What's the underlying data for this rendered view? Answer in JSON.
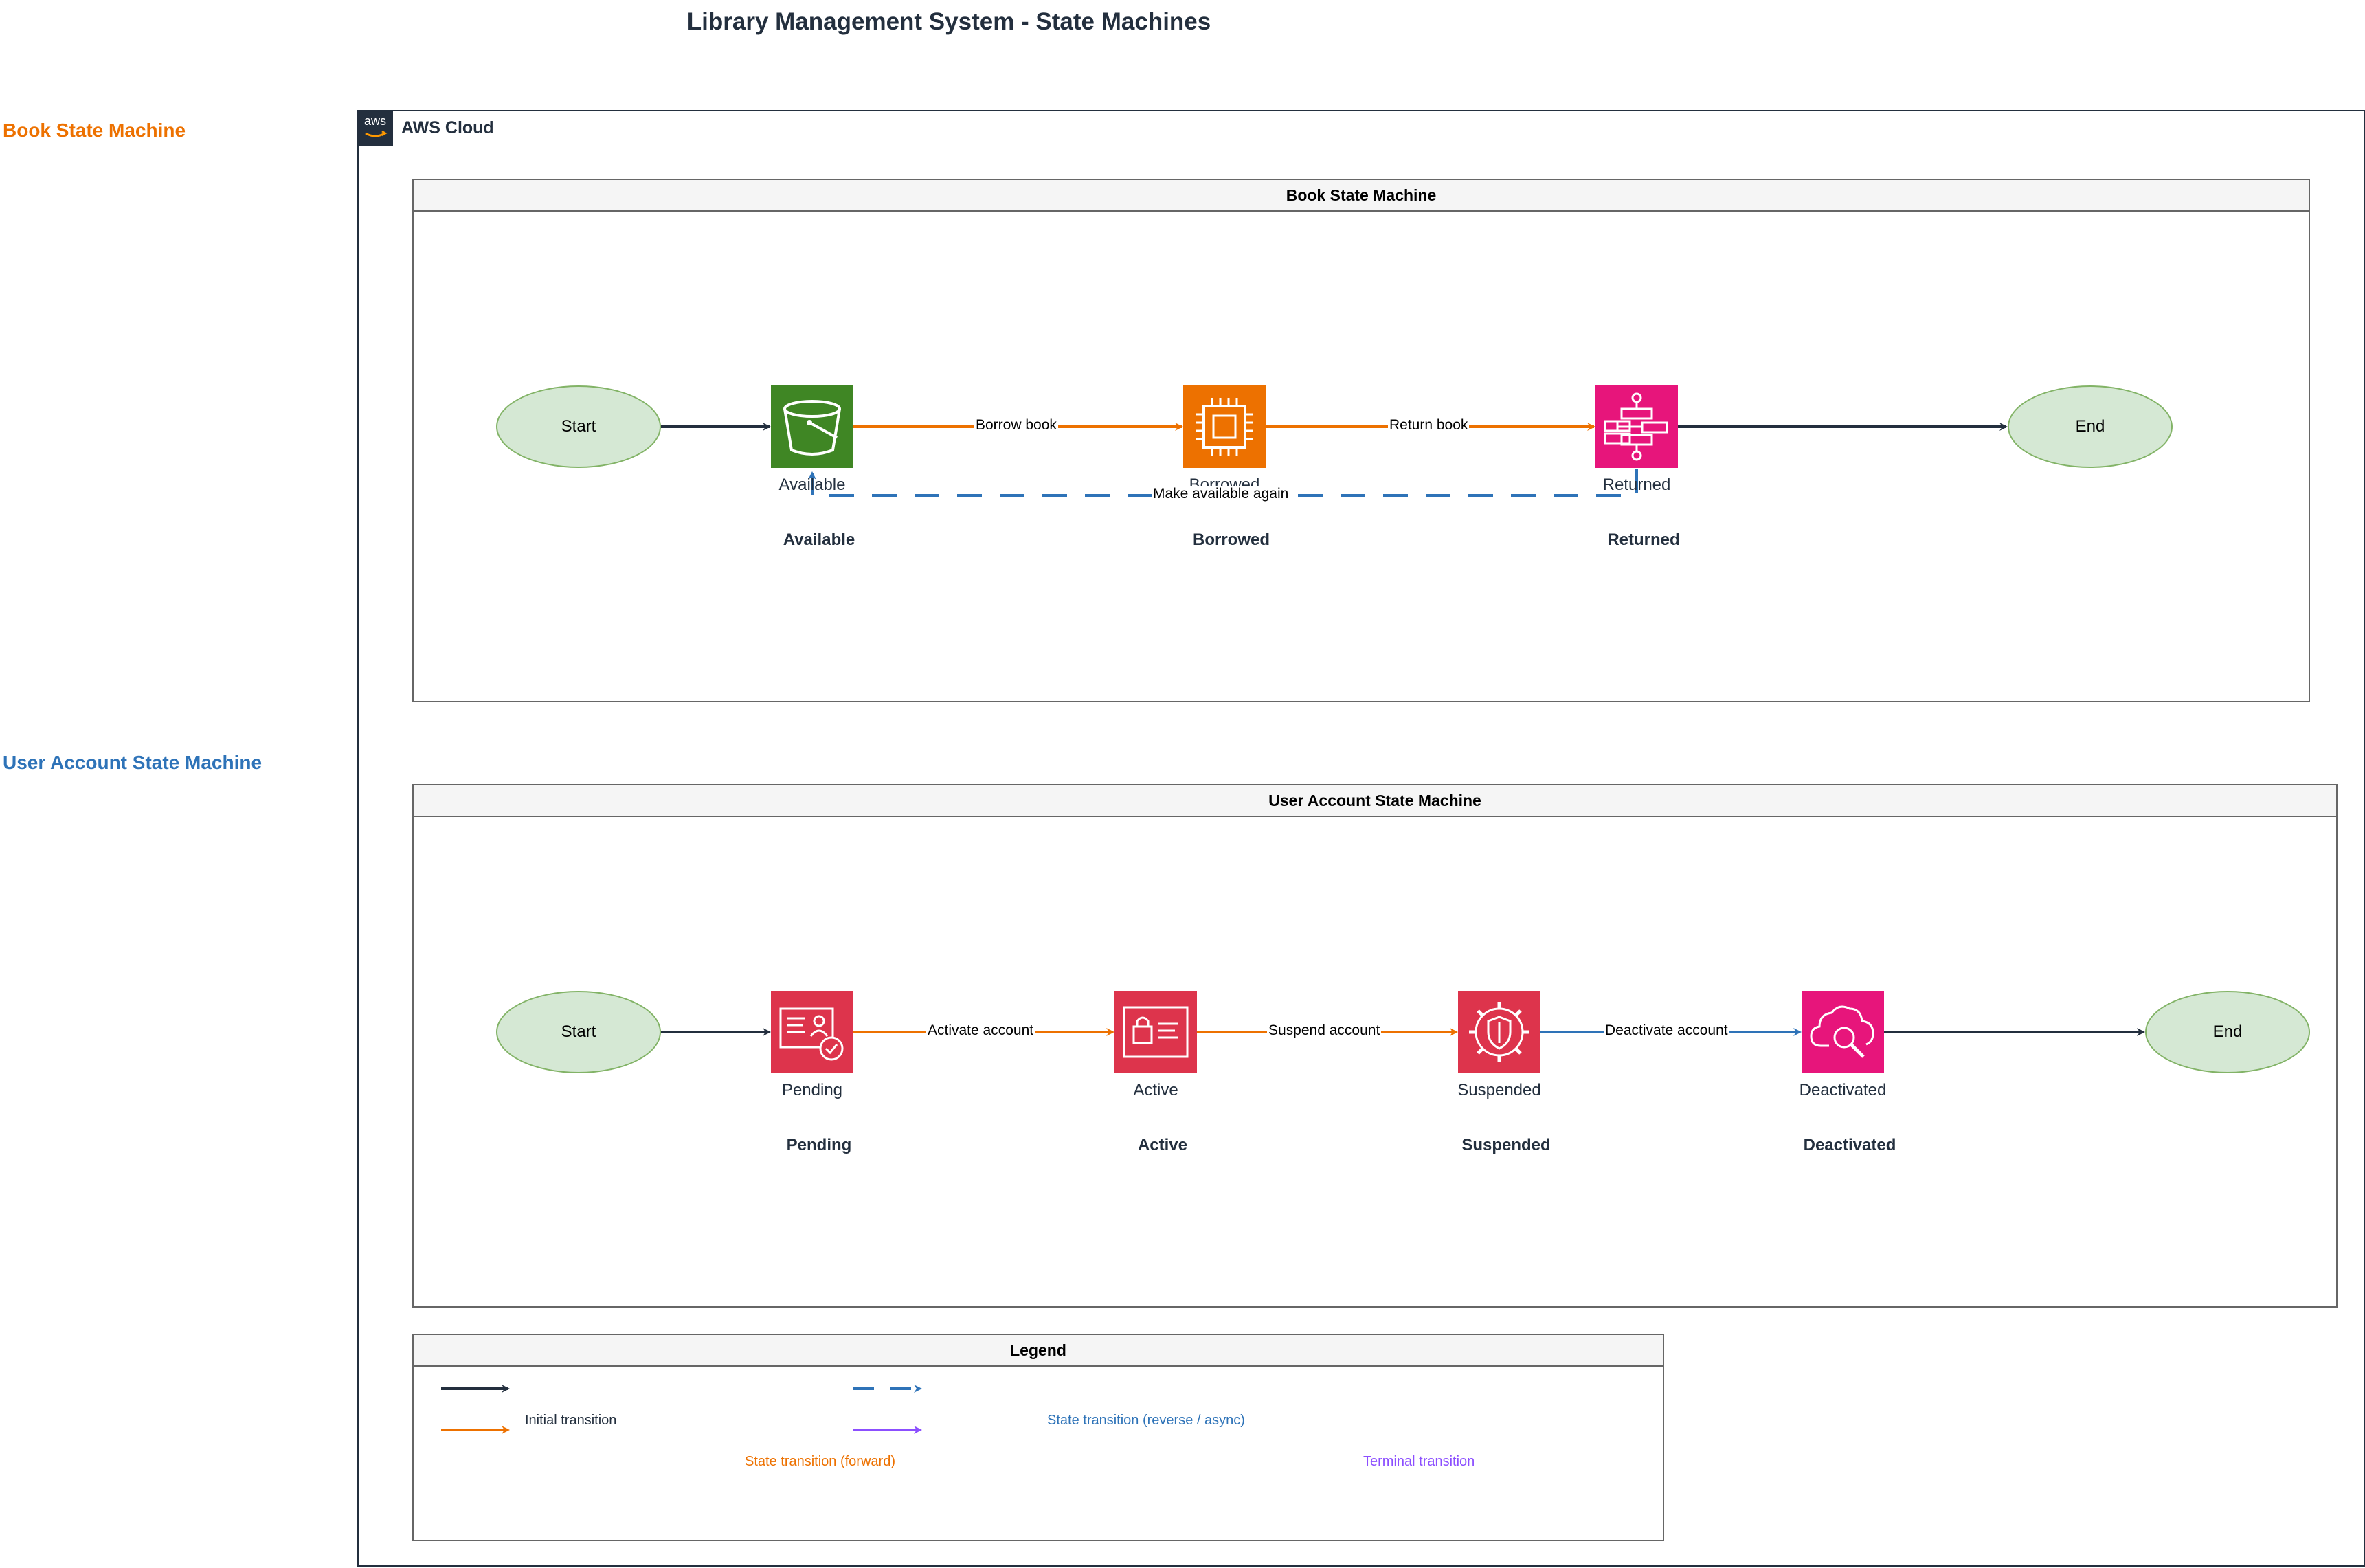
{
  "title": "Library Management System - State Machines",
  "side_labels": {
    "book": "Book State Machine",
    "user": "User Account State Machine"
  },
  "aws": {
    "badge": "aws",
    "label": "AWS Cloud"
  },
  "book_machine": {
    "header": "Book State Machine",
    "start": "Start",
    "end": "End",
    "states": [
      {
        "icon_label": "Available",
        "title": "Available"
      },
      {
        "icon_label": "Borrowed",
        "title": "Borrowed"
      },
      {
        "icon_label": "Returned",
        "title": "Returned"
      }
    ],
    "edges": {
      "borrow": "Borrow book",
      "return": "Return book",
      "again": "Make available again"
    }
  },
  "user_machine": {
    "header": "User Account State Machine",
    "start": "Start",
    "end": "End",
    "states": [
      {
        "icon_label": "Pending",
        "title": "Pending"
      },
      {
        "icon_label": "Active",
        "title": "Active"
      },
      {
        "icon_label": "Suspended",
        "title": "Suspended"
      },
      {
        "icon_label": "Deactivated",
        "title": "Deactivated"
      }
    ],
    "edges": {
      "activate": "Activate account",
      "suspend": "Suspend account",
      "deactivate": "Deactivate account"
    }
  },
  "legend": {
    "header": "Legend",
    "initial": "Initial transition",
    "forward": "State transition (forward)",
    "reverse": "State transition (reverse / async)",
    "terminal": "Terminal transition"
  },
  "colors": {
    "dark": "#232f3e",
    "orange": "#ed7100",
    "blue": "#2e73b8",
    "purple": "#8c4fff",
    "green_storage": "#3f8624",
    "compute_orange": "#ed7100",
    "pink": "#e7157b",
    "red": "#dd344c"
  }
}
